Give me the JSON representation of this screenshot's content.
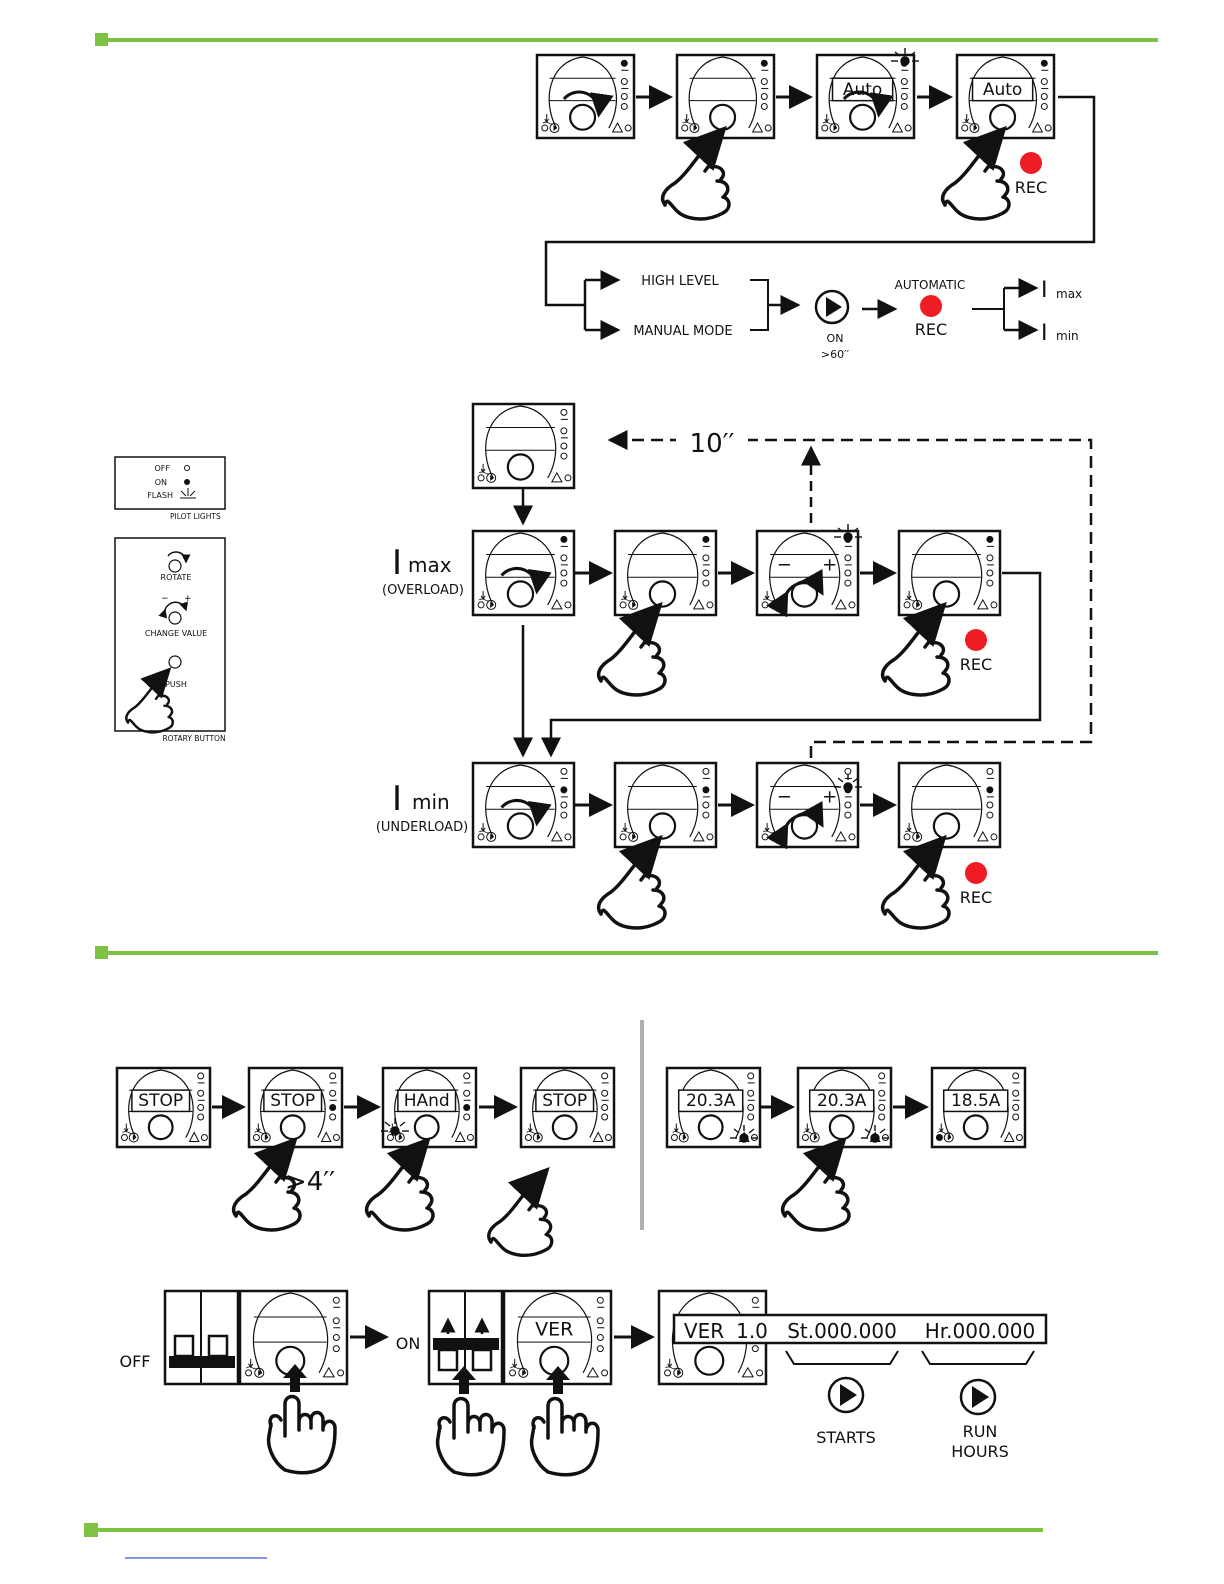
{
  "colors": {
    "accent_green": "#7dc242",
    "rec_red": "#ee1c25",
    "ink": "#111111",
    "divider": "#b0b0b0"
  },
  "icons": [
    "hand-push-icon",
    "play-icon",
    "rotate-arrow-icon",
    "flash-icon",
    "breaker-switch-icon"
  ],
  "section_auto": {
    "screen_texts": [
      "",
      "",
      "Auto",
      "Auto"
    ],
    "rec": "REC",
    "branches": [
      "HIGH LEVEL",
      "MANUAL MODE"
    ],
    "on": "ON",
    "duration": ">60′′",
    "automatic": "AUTOMATIC",
    "rec2": "REC",
    "imax_sub": "max",
    "imin_sub": "min"
  },
  "legend": {
    "pilot": {
      "off": "OFF",
      "on": "ON",
      "flash": "FLASH",
      "caption": "PILOT LIGHTS"
    },
    "button": {
      "rotate": "ROTATE",
      "change_value": "CHANGE VALUE",
      "push": "PUSH",
      "caption": "ROTARY BUTTON"
    }
  },
  "section_calibration": {
    "timeout": "10′′",
    "imax_sub": "max",
    "imax_note": "(OVERLOAD)",
    "imin_sub": "min",
    "imin_note": "(UNDERLOAD)",
    "rec_imax": "REC",
    "rec_imin": "REC"
  },
  "section_manual": {
    "screen_texts": [
      "STOP",
      "STOP",
      "HAnd",
      "STOP"
    ],
    "hold": ">4′′"
  },
  "section_current": {
    "screen_texts": [
      "20.3A",
      "20.3A",
      "18.5A"
    ]
  },
  "section_info": {
    "off": "OFF",
    "on": "ON",
    "ver_screen": "VER",
    "readout": {
      "ver": "VER",
      "version": "1.0",
      "starts": "St.000.000",
      "hours": "Hr.000.000"
    },
    "starts_label": "STARTS",
    "run_hours_label_1": "RUN",
    "run_hours_label_2": "HOURS"
  }
}
